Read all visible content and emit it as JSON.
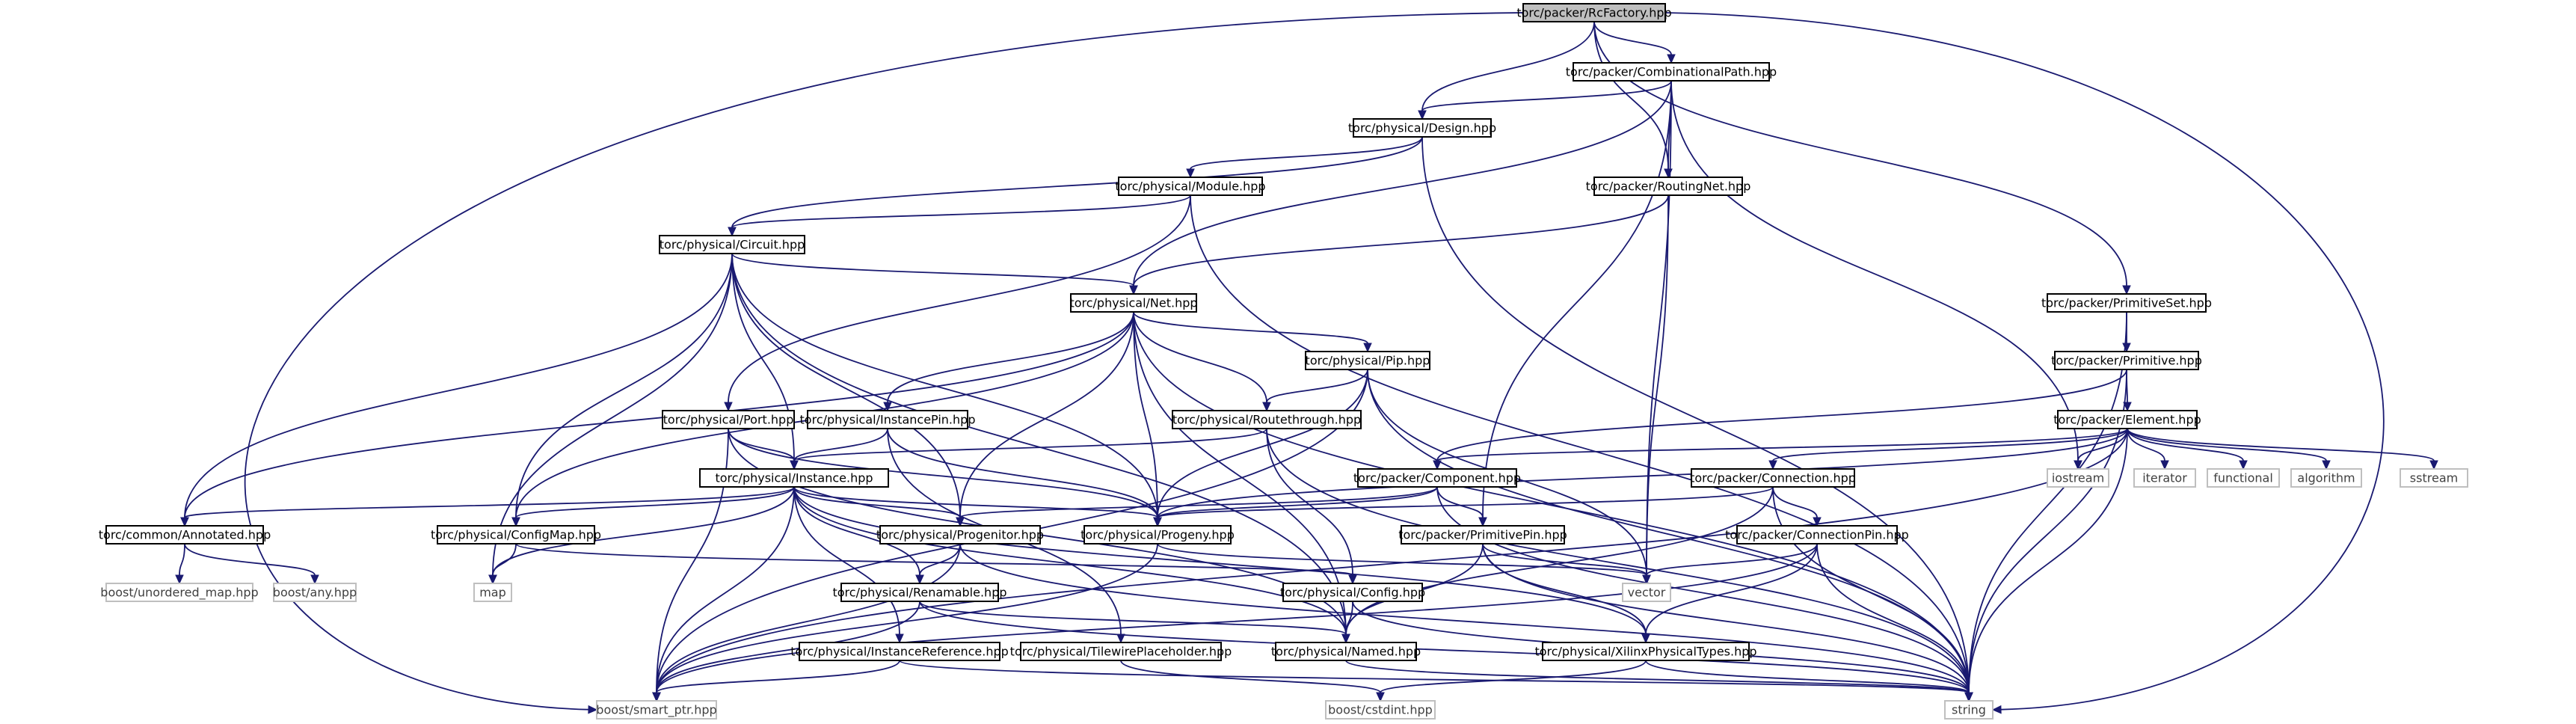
{
  "graph": {
    "nodes": [
      {
        "id": "rcfactory",
        "label": "torc/packer/RcFactory.hpp",
        "style": "root"
      },
      {
        "id": "combpath",
        "label": "torc/packer/CombinationalPath.hpp",
        "style": "project"
      },
      {
        "id": "design",
        "label": "torc/physical/Design.hpp",
        "style": "project"
      },
      {
        "id": "routingnet",
        "label": "torc/packer/RoutingNet.hpp",
        "style": "project"
      },
      {
        "id": "module",
        "label": "torc/physical/Module.hpp",
        "style": "project"
      },
      {
        "id": "circuit",
        "label": "torc/physical/Circuit.hpp",
        "style": "project"
      },
      {
        "id": "net",
        "label": "torc/physical/Net.hpp",
        "style": "project"
      },
      {
        "id": "primset",
        "label": "torc/packer/PrimitiveSet.hpp",
        "style": "project"
      },
      {
        "id": "primitive",
        "label": "torc/packer/Primitive.hpp",
        "style": "project"
      },
      {
        "id": "pip",
        "label": "torc/physical/Pip.hpp",
        "style": "project"
      },
      {
        "id": "element",
        "label": "torc/packer/Element.hpp",
        "style": "project"
      },
      {
        "id": "port",
        "label": "torc/physical/Port.hpp",
        "style": "project"
      },
      {
        "id": "instpin",
        "label": "torc/physical/InstancePin.hpp",
        "style": "project"
      },
      {
        "id": "routethrough",
        "label": "torc/physical/Routethrough.hpp",
        "style": "project"
      },
      {
        "id": "instance",
        "label": "torc/physical/Instance.hpp",
        "style": "project"
      },
      {
        "id": "component",
        "label": "torc/packer/Component.hpp",
        "style": "project"
      },
      {
        "id": "connection",
        "label": "torc/packer/Connection.hpp",
        "style": "project"
      },
      {
        "id": "annotated",
        "label": "torc/common/Annotated.hpp",
        "style": "project"
      },
      {
        "id": "configmap",
        "label": "torc/physical/ConfigMap.hpp",
        "style": "project"
      },
      {
        "id": "progenitor",
        "label": "torc/physical/Progenitor.hpp",
        "style": "project"
      },
      {
        "id": "progeny",
        "label": "torc/physical/Progeny.hpp",
        "style": "project"
      },
      {
        "id": "primpin",
        "label": "torc/packer/PrimitivePin.hpp",
        "style": "project"
      },
      {
        "id": "connpin",
        "label": "torc/packer/ConnectionPin.hpp",
        "style": "project"
      },
      {
        "id": "renamable",
        "label": "torc/physical/Renamable.hpp",
        "style": "project"
      },
      {
        "id": "config",
        "label": "torc/physical/Config.hpp",
        "style": "project"
      },
      {
        "id": "instref",
        "label": "torc/physical/InstanceReference.hpp",
        "style": "project"
      },
      {
        "id": "tilewire",
        "label": "torc/physical/TilewirePlaceholder.hpp",
        "style": "project"
      },
      {
        "id": "named",
        "label": "torc/physical/Named.hpp",
        "style": "project"
      },
      {
        "id": "xilinxtypes",
        "label": "torc/physical/XilinxPhysicalTypes.hpp",
        "style": "project"
      },
      {
        "id": "iostream",
        "label": "iostream",
        "style": "external"
      },
      {
        "id": "iterator",
        "label": "iterator",
        "style": "external"
      },
      {
        "id": "functional",
        "label": "functional",
        "style": "external"
      },
      {
        "id": "algorithm",
        "label": "algorithm",
        "style": "external"
      },
      {
        "id": "sstream",
        "label": "sstream",
        "style": "external"
      },
      {
        "id": "unordered_map",
        "label": "boost/unordered_map.hpp",
        "style": "external"
      },
      {
        "id": "any",
        "label": "boost/any.hpp",
        "style": "external"
      },
      {
        "id": "map",
        "label": "map",
        "style": "external"
      },
      {
        "id": "vector",
        "label": "vector",
        "style": "external"
      },
      {
        "id": "smart_ptr",
        "label": "boost/smart_ptr.hpp",
        "style": "external"
      },
      {
        "id": "cstdint",
        "label": "boost/cstdint.hpp",
        "style": "external"
      },
      {
        "id": "string",
        "label": "string",
        "style": "external"
      }
    ],
    "edges": [
      [
        "rcfactory",
        "combpath"
      ],
      [
        "rcfactory",
        "design"
      ],
      [
        "rcfactory",
        "routingnet"
      ],
      [
        "rcfactory",
        "primset"
      ],
      [
        "rcfactory",
        "smart_ptr"
      ],
      [
        "rcfactory",
        "string"
      ],
      [
        "combpath",
        "design"
      ],
      [
        "combpath",
        "routingnet"
      ],
      [
        "combpath",
        "net"
      ],
      [
        "combpath",
        "primpin"
      ],
      [
        "combpath",
        "vector"
      ],
      [
        "combpath",
        "iostream"
      ],
      [
        "design",
        "module"
      ],
      [
        "design",
        "circuit"
      ],
      [
        "design",
        "string"
      ],
      [
        "routingnet",
        "net"
      ],
      [
        "routingnet",
        "vector"
      ],
      [
        "module",
        "circuit"
      ],
      [
        "module",
        "port"
      ],
      [
        "module",
        "string"
      ],
      [
        "circuit",
        "net"
      ],
      [
        "circuit",
        "instance"
      ],
      [
        "circuit",
        "annotated"
      ],
      [
        "circuit",
        "configmap"
      ],
      [
        "circuit",
        "progenitor"
      ],
      [
        "circuit",
        "progeny"
      ],
      [
        "circuit",
        "map"
      ],
      [
        "circuit",
        "named"
      ],
      [
        "net",
        "pip"
      ],
      [
        "net",
        "instpin"
      ],
      [
        "net",
        "routethrough"
      ],
      [
        "net",
        "configmap"
      ],
      [
        "net",
        "annotated"
      ],
      [
        "net",
        "progenitor"
      ],
      [
        "net",
        "progeny"
      ],
      [
        "net",
        "named"
      ],
      [
        "net",
        "string"
      ],
      [
        "primset",
        "primitive"
      ],
      [
        "primset",
        "string"
      ],
      [
        "primitive",
        "element"
      ],
      [
        "primitive",
        "component"
      ],
      [
        "primitive",
        "string"
      ],
      [
        "pip",
        "routethrough"
      ],
      [
        "pip",
        "progeny"
      ],
      [
        "pip",
        "smart_ptr"
      ],
      [
        "pip",
        "vector"
      ],
      [
        "pip",
        "string"
      ],
      [
        "element",
        "component"
      ],
      [
        "element",
        "connection"
      ],
      [
        "element",
        "iostream"
      ],
      [
        "element",
        "iterator"
      ],
      [
        "element",
        "functional"
      ],
      [
        "element",
        "algorithm"
      ],
      [
        "element",
        "sstream"
      ],
      [
        "element",
        "progeny"
      ],
      [
        "element",
        "string"
      ],
      [
        "element",
        "smart_ptr"
      ],
      [
        "port",
        "instance"
      ],
      [
        "port",
        "progeny"
      ],
      [
        "port",
        "named"
      ],
      [
        "port",
        "smart_ptr"
      ],
      [
        "instpin",
        "instance"
      ],
      [
        "instpin",
        "progeny"
      ],
      [
        "instpin",
        "tilewire"
      ],
      [
        "routethrough",
        "instance"
      ],
      [
        "routethrough",
        "config"
      ],
      [
        "routethrough",
        "string"
      ],
      [
        "instance",
        "annotated"
      ],
      [
        "instance",
        "configmap"
      ],
      [
        "instance",
        "progenitor"
      ],
      [
        "instance",
        "progeny"
      ],
      [
        "instance",
        "renamable"
      ],
      [
        "instance",
        "instref"
      ],
      [
        "instance",
        "map"
      ],
      [
        "instance",
        "named"
      ],
      [
        "instance",
        "smart_ptr"
      ],
      [
        "instance",
        "xilinxtypes"
      ],
      [
        "component",
        "progenitor"
      ],
      [
        "component",
        "progeny"
      ],
      [
        "component",
        "primpin"
      ],
      [
        "component",
        "string"
      ],
      [
        "connection",
        "connpin"
      ],
      [
        "connection",
        "progeny"
      ],
      [
        "connection",
        "named"
      ],
      [
        "connection",
        "string"
      ],
      [
        "annotated",
        "unordered_map"
      ],
      [
        "annotated",
        "any"
      ],
      [
        "configmap",
        "map"
      ],
      [
        "configmap",
        "config"
      ],
      [
        "progenitor",
        "renamable"
      ],
      [
        "progenitor",
        "smart_ptr"
      ],
      [
        "progenitor",
        "string"
      ],
      [
        "progeny",
        "smart_ptr"
      ],
      [
        "progeny",
        "vector"
      ],
      [
        "primpin",
        "vector"
      ],
      [
        "primpin",
        "named"
      ],
      [
        "primpin",
        "xilinxtypes"
      ],
      [
        "primpin",
        "string"
      ],
      [
        "connpin",
        "vector"
      ],
      [
        "connpin",
        "smart_ptr"
      ],
      [
        "connpin",
        "xilinxtypes"
      ],
      [
        "connpin",
        "string"
      ],
      [
        "renamable",
        "named"
      ],
      [
        "renamable",
        "smart_ptr"
      ],
      [
        "renamable",
        "string"
      ],
      [
        "config",
        "named"
      ],
      [
        "config",
        "string"
      ],
      [
        "instref",
        "smart_ptr"
      ],
      [
        "instref",
        "string"
      ],
      [
        "tilewire",
        "cstdint"
      ],
      [
        "named",
        "string"
      ],
      [
        "xilinxtypes",
        "cstdint"
      ],
      [
        "xilinxtypes",
        "string"
      ]
    ]
  }
}
